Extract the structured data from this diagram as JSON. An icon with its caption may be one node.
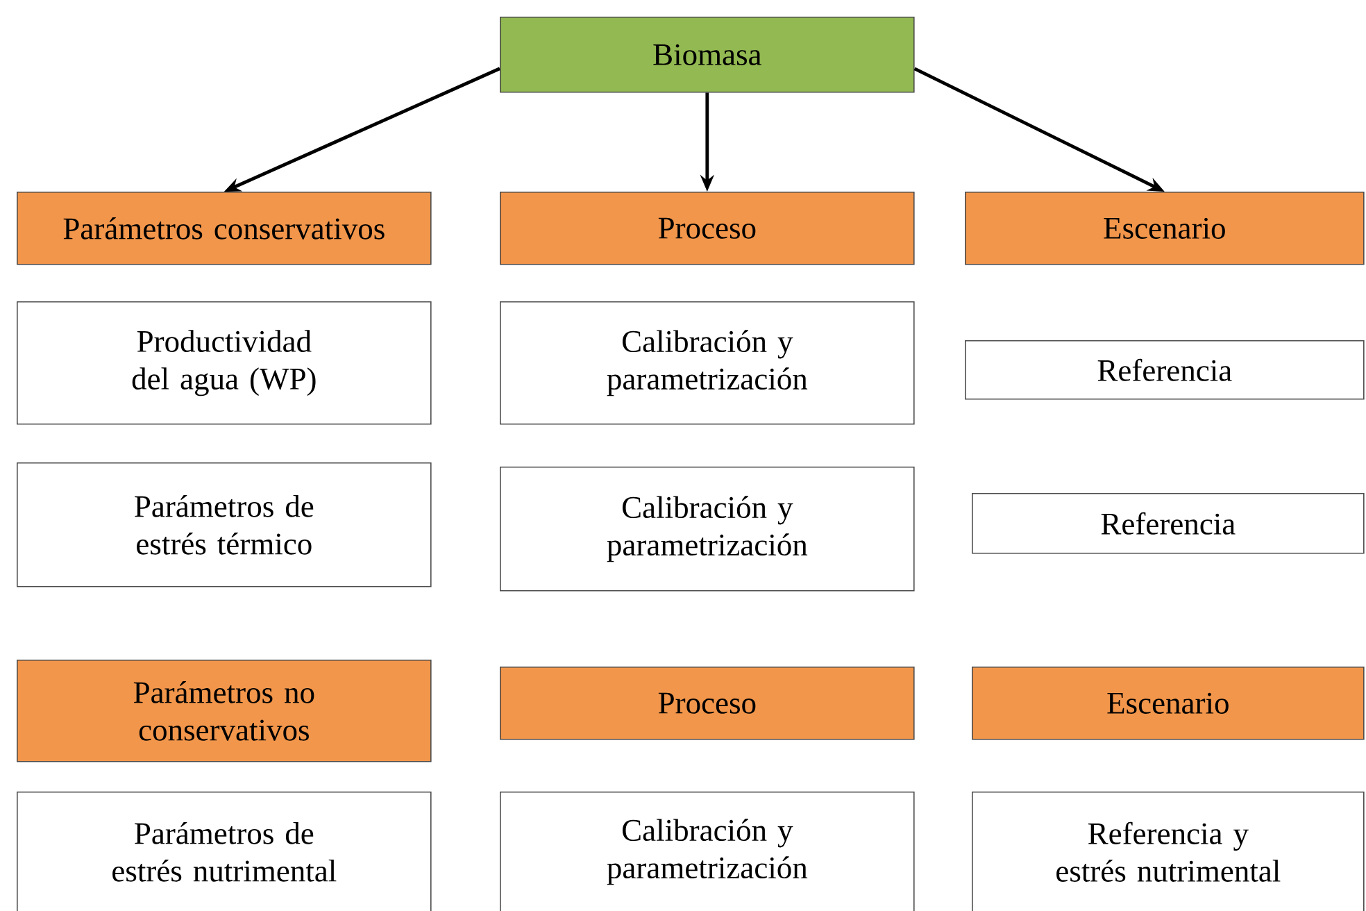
{
  "diagram": {
    "nodes": [
      {
        "text": [
          "Biomasa"
        ]
      },
      {
        "text": [
          "Parámetros conservativos"
        ]
      },
      {
        "text": [
          "Proceso"
        ]
      },
      {
        "text": [
          "Escenario"
        ]
      },
      {
        "text": [
          "Productividad del agua (WP)"
        ]
      },
      {
        "text": [
          "Calibración y parametrización"
        ]
      },
      {
        "text": [
          "Referencia"
        ]
      },
      {
        "text": [
          "Parámetros de estrés térmico"
        ]
      },
      {
        "text": [
          "Calibración y parametrización"
        ]
      },
      {
        "text": [
          "Referencia"
        ]
      },
      {
        "text": [
          "Parámetros no conservativos"
        ]
      },
      {
        "text": [
          "Proceso"
        ]
      },
      {
        "text": [
          "Escenario"
        ]
      },
      {
        "text": [
          "Parámetros de estrés nutrimental"
        ]
      },
      {
        "text": [
          "Calibración y parametrización"
        ]
      },
      {
        "text": [
          "Referencia y estrés nutrimental"
        ]
      }
    ],
    "edges": [
      {
        "from": 0,
        "to": 1,
        "arrow": "to"
      },
      {
        "from": 0,
        "to": 2,
        "arrow": "to"
      },
      {
        "from": 0,
        "to": 3,
        "arrow": "to"
      }
    ]
  }
}
